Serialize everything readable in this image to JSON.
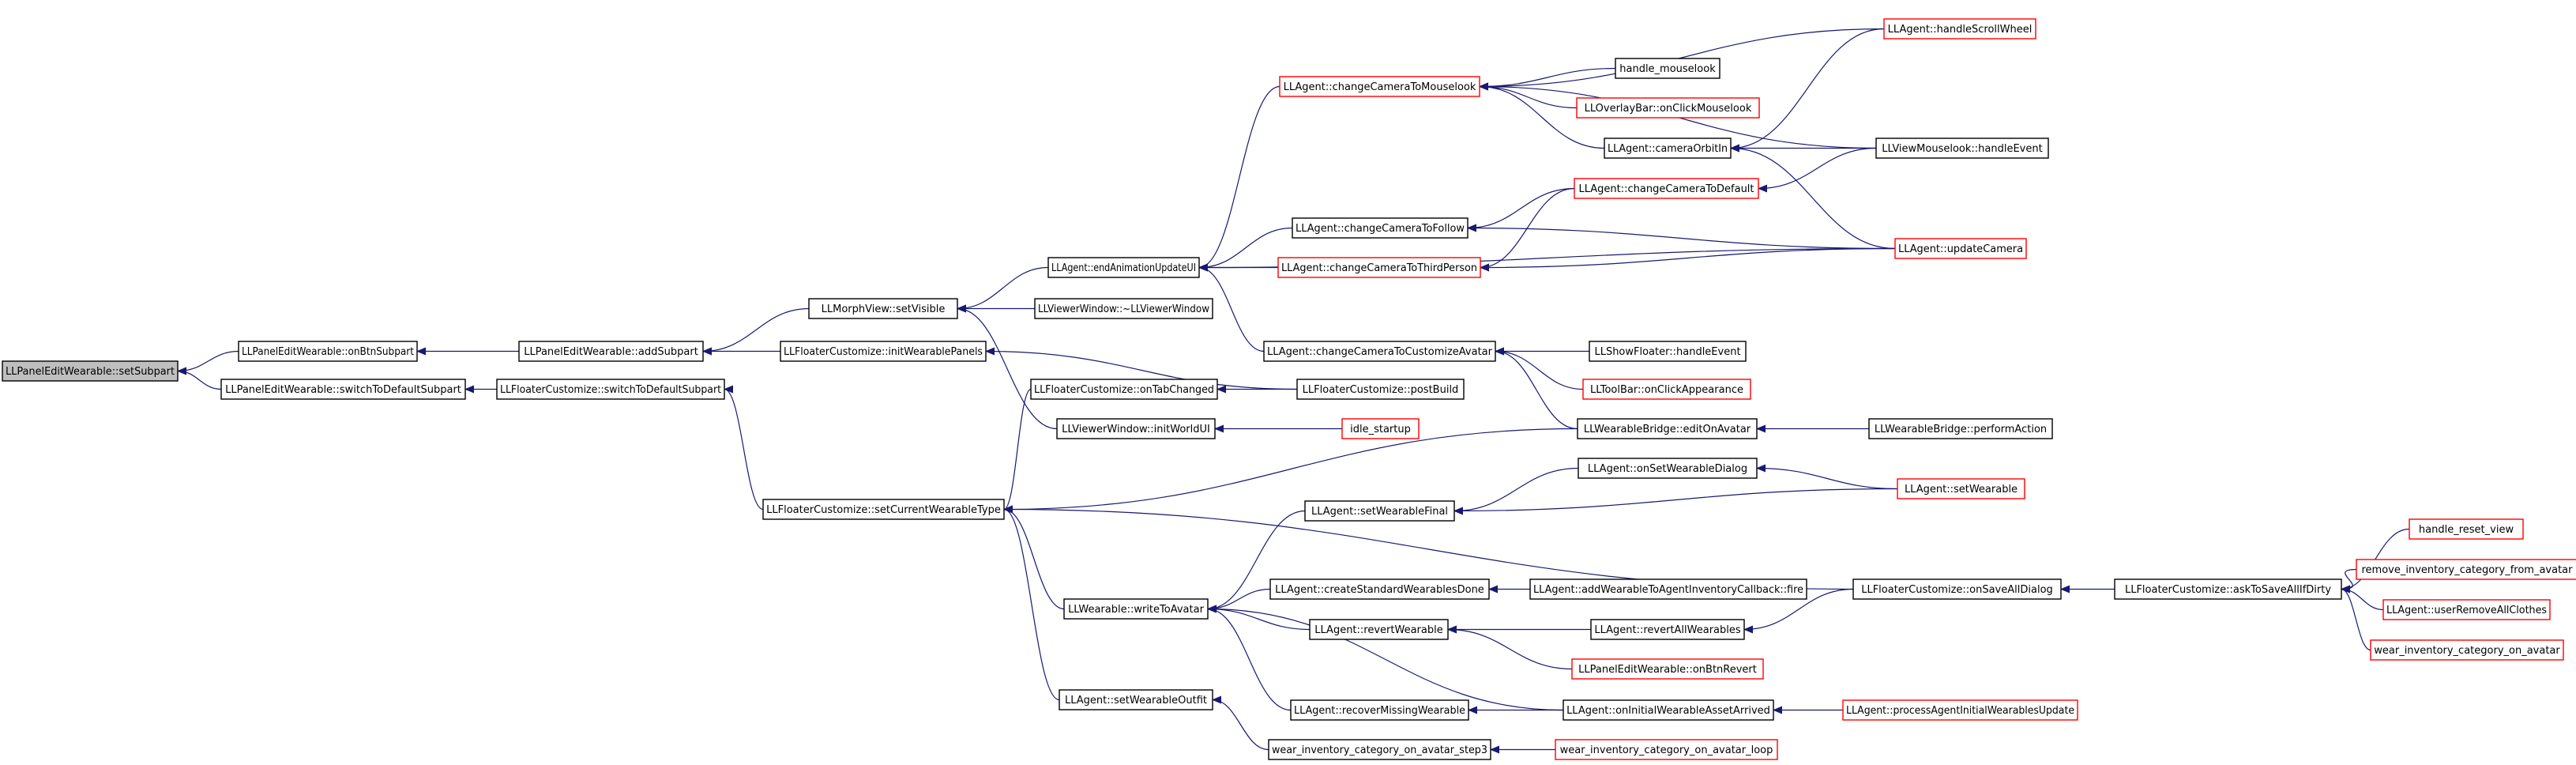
{
  "colors": {
    "edge": "#191970",
    "arrowhead": "#191970",
    "focus_fill": "#bfbfbf",
    "node_stroke_black": "#000000",
    "node_stroke_red": "#ff0000",
    "node_fill": "#ffffff"
  },
  "nodes": [
    {
      "id": "setSubpart",
      "label": "LLPanelEditWearable::setSubpart",
      "border": "focus"
    },
    {
      "id": "onBtnSubpart",
      "label": "LLPanelEditWearable::onBtnSubpart",
      "border": "black"
    },
    {
      "id": "switchToDefaultSubpartPanel",
      "label": "LLPanelEditWearable::switchToDefaultSubpart",
      "border": "black"
    },
    {
      "id": "addSubpart",
      "label": "LLPanelEditWearable::addSubpart",
      "border": "black"
    },
    {
      "id": "switchToDefaultSubpartFloater",
      "label": "LLFloaterCustomize::switchToDefaultSubpart",
      "border": "black"
    },
    {
      "id": "setVisible",
      "label": "LLMorphView::setVisible",
      "border": "black"
    },
    {
      "id": "initWearablePanels",
      "label": "LLFloaterCustomize::initWearablePanels",
      "border": "black"
    },
    {
      "id": "setCurrentWearableType",
      "label": "LLFloaterCustomize::setCurrentWearableType",
      "border": "black"
    },
    {
      "id": "endAnimationUpdateUI",
      "label": "LLAgent::endAnimationUpdateUI",
      "border": "black"
    },
    {
      "id": "viewerWindowDtor",
      "label": "LLViewerWindow::~LLViewerWindow",
      "border": "black"
    },
    {
      "id": "onTabChanged",
      "label": "LLFloaterCustomize::onTabChanged",
      "border": "black"
    },
    {
      "id": "initWorldUI",
      "label": "LLViewerWindow::initWorldUI",
      "border": "black"
    },
    {
      "id": "writeToAvatar",
      "label": "LLWearable::writeToAvatar",
      "border": "black"
    },
    {
      "id": "setWearableOutfit",
      "label": "LLAgent::setWearableOutfit",
      "border": "black"
    },
    {
      "id": "changeCameraToMouselook",
      "label": "LLAgent::changeCameraToMouselook",
      "border": "red"
    },
    {
      "id": "changeCameraToFollow",
      "label": "LLAgent::changeCameraToFollow",
      "border": "black"
    },
    {
      "id": "changeCameraToThirdPerson",
      "label": "LLAgent::changeCameraToThirdPerson",
      "border": "red"
    },
    {
      "id": "changeCameraToCustomizeAvatar",
      "label": "LLAgent::changeCameraToCustomizeAvatar",
      "border": "black"
    },
    {
      "id": "postBuild",
      "label": "LLFloaterCustomize::postBuild",
      "border": "black"
    },
    {
      "id": "idleStartup",
      "label": "idle_startup",
      "border": "red"
    },
    {
      "id": "setWearableFinal",
      "label": "LLAgent::setWearableFinal",
      "border": "black"
    },
    {
      "id": "createStandardWearablesDone",
      "label": "LLAgent::createStandardWearablesDone",
      "border": "black"
    },
    {
      "id": "revertWearable",
      "label": "LLAgent::revertWearable",
      "border": "black"
    },
    {
      "id": "recoverMissingWearable",
      "label": "LLAgent::recoverMissingWearable",
      "border": "black"
    },
    {
      "id": "wearStep3",
      "label": "wear_inventory_category_on_avatar_step3",
      "border": "black"
    },
    {
      "id": "handleMouselook",
      "label": "handle_mouselook",
      "border": "black"
    },
    {
      "id": "onClickMouselook",
      "label": "LLOverlayBar::onClickMouselook",
      "border": "red"
    },
    {
      "id": "cameraOrbitIn",
      "label": "LLAgent::cameraOrbitIn",
      "border": "black"
    },
    {
      "id": "changeCameraToDefault",
      "label": "LLAgent::changeCameraToDefault",
      "border": "red"
    },
    {
      "id": "showFloaterHandleEvent",
      "label": "LLShowFloater::handleEvent",
      "border": "black"
    },
    {
      "id": "onClickAppearance",
      "label": "LLToolBar::onClickAppearance",
      "border": "red"
    },
    {
      "id": "editOnAvatar",
      "label": "LLWearableBridge::editOnAvatar",
      "border": "black"
    },
    {
      "id": "onSetWearableDialog",
      "label": "LLAgent::onSetWearableDialog",
      "border": "black"
    },
    {
      "id": "addWearableCallback",
      "label": "LLAgent::addWearableToAgentInventoryCallback::fire",
      "border": "black"
    },
    {
      "id": "revertAllWearables",
      "label": "LLAgent::revertAllWearables",
      "border": "black"
    },
    {
      "id": "onBtnRevert",
      "label": "LLPanelEditWearable::onBtnRevert",
      "border": "red"
    },
    {
      "id": "onInitialWearableAssetArrived",
      "label": "LLAgent::onInitialWearableAssetArrived",
      "border": "black"
    },
    {
      "id": "wearLoop",
      "label": "wear_inventory_category_on_avatar_loop",
      "border": "red"
    },
    {
      "id": "handleScrollWheel",
      "label": "LLAgent::handleScrollWheel",
      "border": "red"
    },
    {
      "id": "mouselookHandleEvent",
      "label": "LLViewMouselook::handleEvent",
      "border": "black"
    },
    {
      "id": "updateCamera",
      "label": "LLAgent::updateCamera",
      "border": "red"
    },
    {
      "id": "performAction",
      "label": "LLWearableBridge::performAction",
      "border": "black"
    },
    {
      "id": "setWearable",
      "label": "LLAgent::setWearable",
      "border": "red"
    },
    {
      "id": "onSaveAllDialog",
      "label": "LLFloaterCustomize::onSaveAllDialog",
      "border": "black"
    },
    {
      "id": "processAgentInitialWearablesUpdate",
      "label": "LLAgent::processAgentInitialWearablesUpdate",
      "border": "red"
    },
    {
      "id": "askToSaveAllIfDirty",
      "label": "LLFloaterCustomize::askToSaveAllIfDirty",
      "border": "black"
    },
    {
      "id": "handleResetView",
      "label": "handle_reset_view",
      "border": "red"
    },
    {
      "id": "removeInventoryCategory",
      "label": "remove_inventory_category_from_avatar",
      "border": "red"
    },
    {
      "id": "userRemoveAllClothes",
      "label": "LLAgent::userRemoveAllClothes",
      "border": "red"
    },
    {
      "id": "wearInventoryCategory",
      "label": "wear_inventory_category_on_avatar",
      "border": "red"
    }
  ],
  "edges": [
    [
      "onBtnSubpart",
      "setSubpart"
    ],
    [
      "switchToDefaultSubpartPanel",
      "setSubpart"
    ],
    [
      "addSubpart",
      "onBtnSubpart"
    ],
    [
      "switchToDefaultSubpartFloater",
      "switchToDefaultSubpartPanel"
    ],
    [
      "setVisible",
      "addSubpart"
    ],
    [
      "initWearablePanels",
      "addSubpart"
    ],
    [
      "setCurrentWearableType",
      "switchToDefaultSubpartFloater"
    ],
    [
      "endAnimationUpdateUI",
      "setVisible"
    ],
    [
      "viewerWindowDtor",
      "setVisible"
    ],
    [
      "initWorldUI",
      "setVisible"
    ],
    [
      "postBuild",
      "initWearablePanels"
    ],
    [
      "changeCameraToMouselook",
      "endAnimationUpdateUI"
    ],
    [
      "changeCameraToFollow",
      "endAnimationUpdateUI"
    ],
    [
      "changeCameraToThirdPerson",
      "endAnimationUpdateUI"
    ],
    [
      "changeCameraToCustomizeAvatar",
      "endAnimationUpdateUI"
    ],
    [
      "updateCamera",
      "endAnimationUpdateUI"
    ],
    [
      "handleMouselook",
      "changeCameraToMouselook"
    ],
    [
      "onClickMouselook",
      "changeCameraToMouselook"
    ],
    [
      "cameraOrbitIn",
      "changeCameraToMouselook"
    ],
    [
      "handleScrollWheel",
      "changeCameraToMouselook"
    ],
    [
      "mouselookHandleEvent",
      "changeCameraToMouselook"
    ],
    [
      "handleScrollWheel",
      "cameraOrbitIn"
    ],
    [
      "mouselookHandleEvent",
      "cameraOrbitIn"
    ],
    [
      "updateCamera",
      "cameraOrbitIn"
    ],
    [
      "changeCameraToDefault",
      "changeCameraToFollow"
    ],
    [
      "updateCamera",
      "changeCameraToFollow"
    ],
    [
      "mouselookHandleEvent",
      "changeCameraToDefault"
    ],
    [
      "changeCameraToDefault",
      "changeCameraToThirdPerson"
    ],
    [
      "updateCamera",
      "changeCameraToThirdPerson"
    ],
    [
      "showFloaterHandleEvent",
      "changeCameraToCustomizeAvatar"
    ],
    [
      "onClickAppearance",
      "changeCameraToCustomizeAvatar"
    ],
    [
      "editOnAvatar",
      "changeCameraToCustomizeAvatar"
    ],
    [
      "postBuild",
      "onTabChanged"
    ],
    [
      "idleStartup",
      "initWorldUI"
    ],
    [
      "onTabChanged",
      "setCurrentWearableType"
    ],
    [
      "editOnAvatar",
      "setCurrentWearableType"
    ],
    [
      "onSaveAllDialog",
      "setCurrentWearableType"
    ],
    [
      "writeToAvatar",
      "setCurrentWearableType"
    ],
    [
      "setWearableOutfit",
      "setCurrentWearableType"
    ],
    [
      "performAction",
      "editOnAvatar"
    ],
    [
      "setWearableFinal",
      "writeToAvatar"
    ],
    [
      "createStandardWearablesDone",
      "writeToAvatar"
    ],
    [
      "revertWearable",
      "writeToAvatar"
    ],
    [
      "recoverMissingWearable",
      "writeToAvatar"
    ],
    [
      "onInitialWearableAssetArrived",
      "writeToAvatar"
    ],
    [
      "onSetWearableDialog",
      "setWearableFinal"
    ],
    [
      "setWearable",
      "setWearableFinal"
    ],
    [
      "setWearable",
      "onSetWearableDialog"
    ],
    [
      "addWearableCallback",
      "createStandardWearablesDone"
    ],
    [
      "revertAllWearables",
      "revertWearable"
    ],
    [
      "onBtnRevert",
      "revertWearable"
    ],
    [
      "onSaveAllDialog",
      "revertAllWearables"
    ],
    [
      "onInitialWearableAssetArrived",
      "recoverMissingWearable"
    ],
    [
      "processAgentInitialWearablesUpdate",
      "onInitialWearableAssetArrived"
    ],
    [
      "wearStep3",
      "setWearableOutfit"
    ],
    [
      "wearLoop",
      "wearStep3"
    ],
    [
      "askToSaveAllIfDirty",
      "onSaveAllDialog"
    ],
    [
      "handleResetView",
      "askToSaveAllIfDirty"
    ],
    [
      "removeInventoryCategory",
      "askToSaveAllIfDirty"
    ],
    [
      "userRemoveAllClothes",
      "askToSaveAllIfDirty"
    ],
    [
      "wearInventoryCategory",
      "askToSaveAllIfDirty"
    ]
  ]
}
